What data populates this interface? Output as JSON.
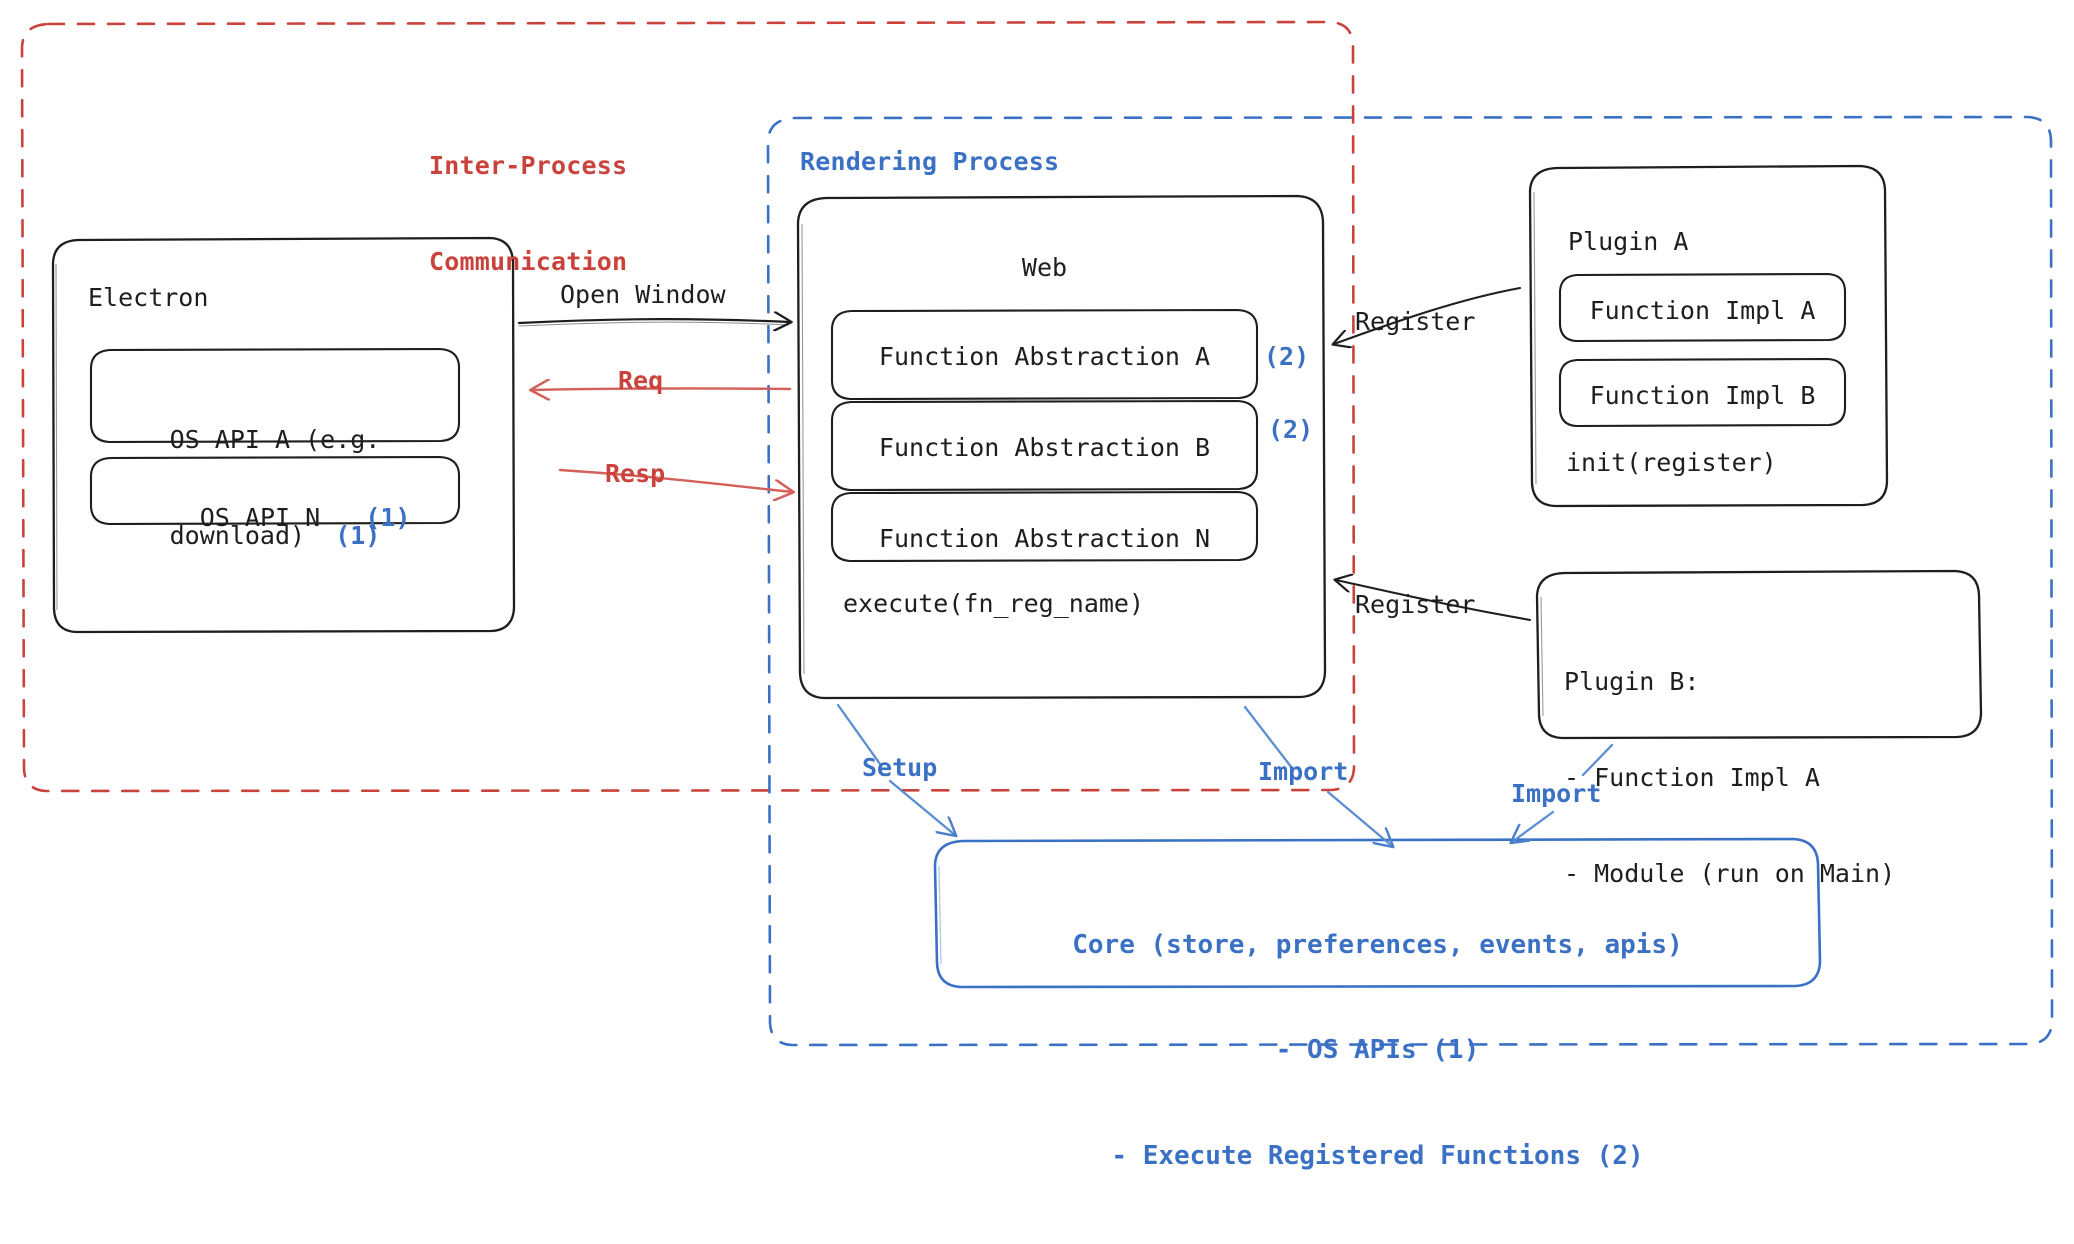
{
  "diagram": {
    "title_ipc": "Inter-Process\nCommunication",
    "title_rendering": "Rendering Process",
    "colors": {
      "red": "#c9433c",
      "blue": "#3b71c4",
      "ink": "#1e1e1e",
      "background": "#ffffff"
    }
  },
  "regions": [
    {
      "id": "ipc",
      "label": "Inter-Process Communication",
      "line1": "Inter-Process",
      "line2": "Communication",
      "color": "#c9433c",
      "style": "dashed"
    },
    {
      "id": "rendering",
      "label": "Rendering Process",
      "color": "#3b71c4",
      "style": "dashed"
    }
  ],
  "nodes": {
    "electron": {
      "title": "Electron",
      "children": [
        {
          "line1": "OS API A (e.g.",
          "line2": "download)",
          "tag": "(1)"
        },
        {
          "line1": "OS API N",
          "tag": "(1)"
        }
      ]
    },
    "web": {
      "title": "Web",
      "children": [
        {
          "label": "Function Abstraction A",
          "tag": "(2)"
        },
        {
          "label": "Function Abstraction B",
          "tag": "(2)"
        },
        {
          "label": "Function Abstraction N",
          "tag": ""
        }
      ],
      "footer": "execute(fn_reg_name)"
    },
    "plugin_a": {
      "title": "Plugin A",
      "children": [
        {
          "label": "Function Impl A"
        },
        {
          "label": "Function Impl B"
        }
      ],
      "footer": "init(register)"
    },
    "plugin_b": {
      "line1": "Plugin B:",
      "line2": "- Function Impl A",
      "line3": "- Module (run on Main)"
    },
    "core": {
      "line1": "Core (store, preferences, events, apis)",
      "line2": "- OS APIs (1)",
      "line3": "- Execute Registered Functions (2)"
    }
  },
  "edges": [
    {
      "id": "open-window",
      "label": "Open Window",
      "color": "#1e1e1e",
      "from": "electron",
      "to": "web"
    },
    {
      "id": "req",
      "label": "Req",
      "color": "#c9433c",
      "from": "web",
      "to": "electron"
    },
    {
      "id": "resp",
      "label": "Resp",
      "color": "#c9433c",
      "from": "electron",
      "to": "web"
    },
    {
      "id": "register-a",
      "label": "Register",
      "color": "#1e1e1e",
      "from": "plugin_a",
      "to": "web"
    },
    {
      "id": "register-b",
      "label": "Register",
      "color": "#1e1e1e",
      "from": "plugin_b",
      "to": "web"
    },
    {
      "id": "setup",
      "label": "Setup",
      "color": "#3b71c4",
      "from": "web",
      "to": "core"
    },
    {
      "id": "import-web",
      "label": "Import",
      "color": "#3b71c4",
      "from": "web",
      "to": "core"
    },
    {
      "id": "import-plugin-b",
      "label": "Import",
      "color": "#3b71c4",
      "from": "plugin_b",
      "to": "core"
    }
  ]
}
